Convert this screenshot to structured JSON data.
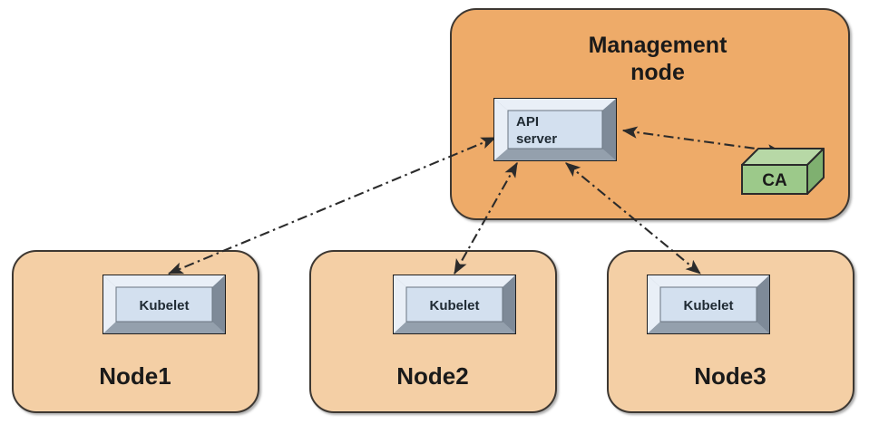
{
  "diagram": {
    "type": "architecture-diagram",
    "title_text": "",
    "background": "#ffffff",
    "colors": {
      "management_node_fill": "#eeab69",
      "worker_node_fill": "#f4cfa5",
      "node_border": "#3d3733",
      "component_fill": "#d3e0ef",
      "component_bevel_light": "#e8eef6",
      "component_bevel_dark": "#8e99a6",
      "component_border": "#2b2b2b",
      "ca_fill": "#9cc98a",
      "ca_top_fill": "#b7d8a6",
      "ca_side_fill": "#7fb070",
      "ca_border": "#2b2b2b",
      "connector": "#2b2b2b",
      "text": "#1a1a1a"
    }
  },
  "management_node": {
    "label": "Management\nnode",
    "label_line1": "Management",
    "label_line2": "node",
    "components": [
      {
        "id": "api-server",
        "label_line1": "API",
        "label_line2": "server",
        "shape": "beveled-rect"
      },
      {
        "id": "ca",
        "label": "CA",
        "shape": "3d-box"
      }
    ]
  },
  "worker_nodes": [
    {
      "id": "node1",
      "label": "Node1",
      "component_label": "Kubelet"
    },
    {
      "id": "node2",
      "label": "Node2",
      "component_label": "Kubelet"
    },
    {
      "id": "node3",
      "label": "Node3",
      "component_label": "Kubelet"
    }
  ],
  "connectors": [
    {
      "id": "api-to-ca",
      "from": "api-server",
      "to": "ca",
      "style": "dash-dot",
      "arrows": "both"
    },
    {
      "id": "api-to-kubelet1",
      "from": "api-server",
      "to": "node1-kubelet",
      "style": "dash-dot",
      "arrows": "both"
    },
    {
      "id": "api-to-kubelet2",
      "from": "api-server",
      "to": "node2-kubelet",
      "style": "dash-dot",
      "arrows": "both"
    },
    {
      "id": "api-to-kubelet3",
      "from": "api-server",
      "to": "node3-kubelet",
      "style": "dash-dot",
      "arrows": "both"
    }
  ]
}
